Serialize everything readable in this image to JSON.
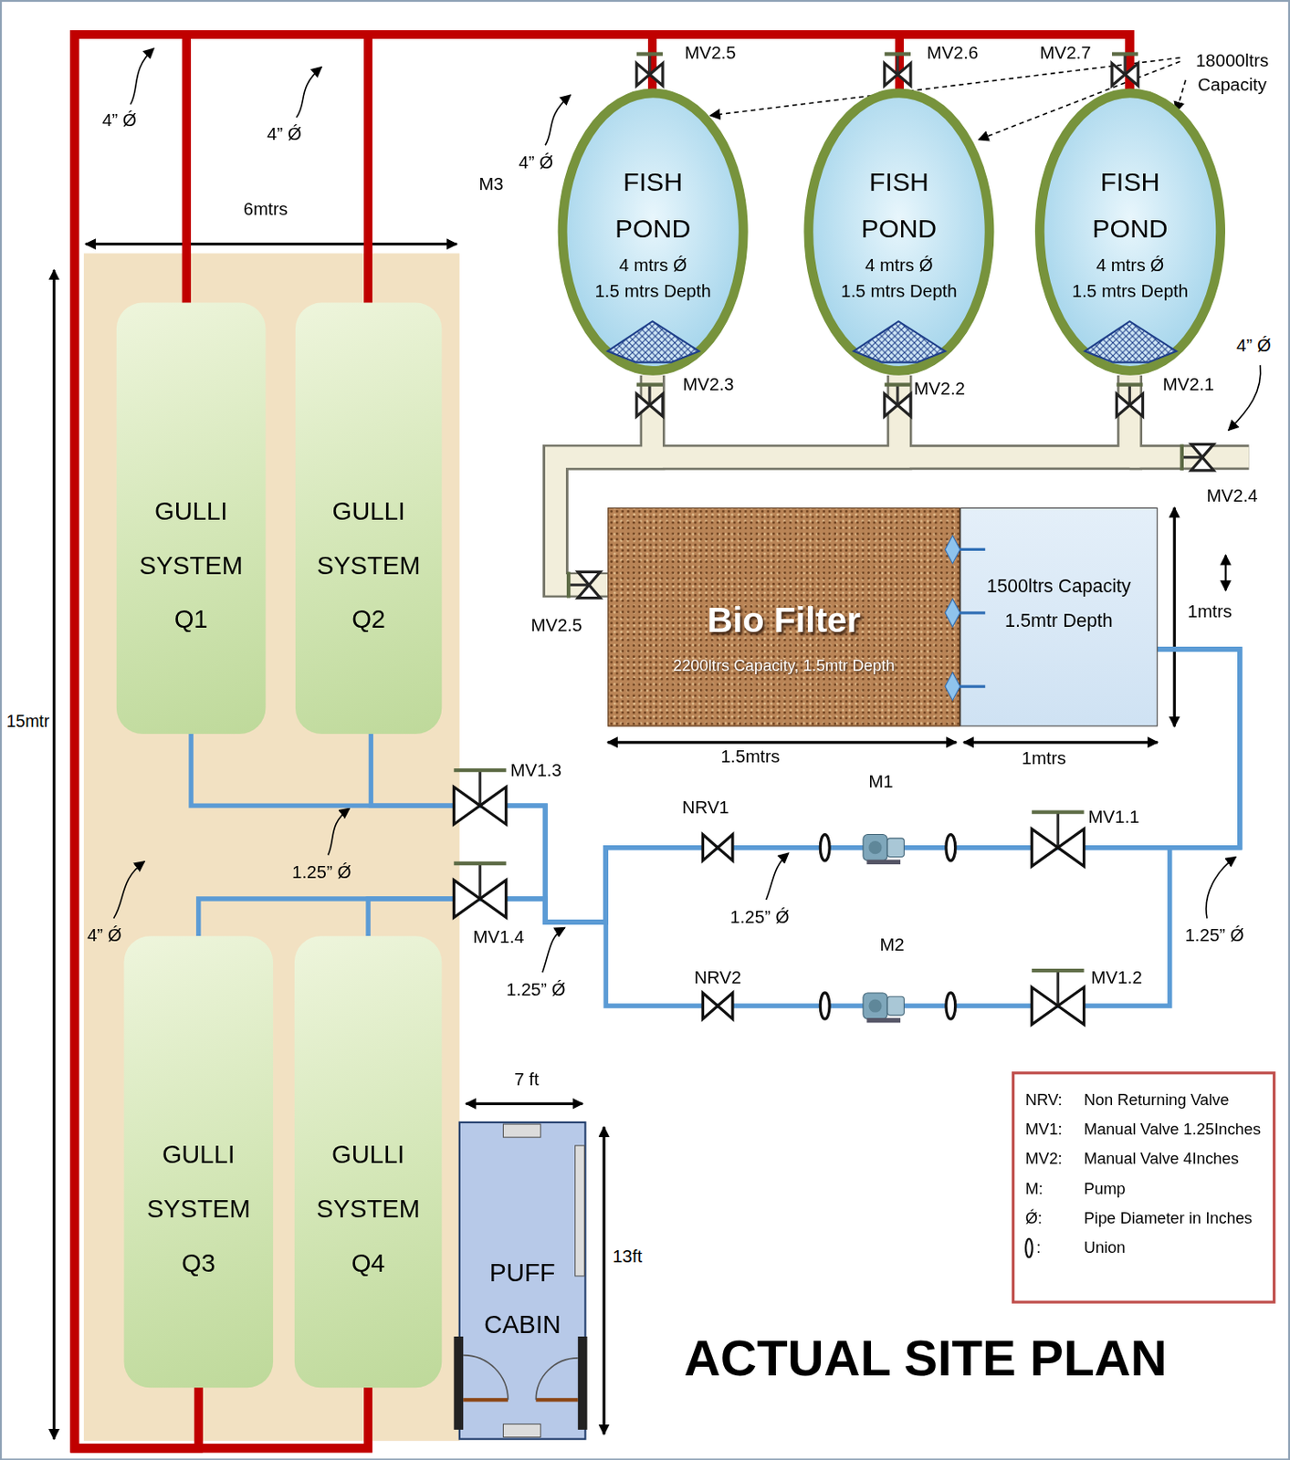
{
  "diagram": {
    "title": "ACTUAL SITE PLAN",
    "nodes": [
      {
        "text": [
          "FISH POND",
          "4 mtrs Ǿ",
          "1.5 mtrs Depth"
        ]
      },
      {
        "text": [
          "FISH POND",
          "4 mtrs Ǿ",
          "1.5 mtrs Depth"
        ]
      },
      {
        "text": [
          "FISH POND",
          "4 mtrs Ǿ",
          "1.5 mtrs Depth"
        ]
      },
      {
        "text": [
          "GULLI SYSTEM Q1"
        ]
      },
      {
        "text": [
          "GULLI SYSTEM Q2"
        ]
      },
      {
        "text": [
          "Bio Filter",
          "2200ltrs Capacity, 1.5mtr Depth"
        ]
      },
      {
        "text": [
          "1500ltrs Capacity 1.5mtr Depth"
        ]
      },
      {
        "text": [
          "GULLI SYSTEM Q3"
        ]
      },
      {
        "text": [
          "GULLI SYSTEM Q4"
        ]
      },
      {
        "text": [
          "PUFF CABIN"
        ]
      }
    ],
    "edges": [
      {
        "from": 0,
        "to": 5,
        "arrow": "none"
      },
      {
        "from": 1,
        "to": 5,
        "arrow": "none"
      },
      {
        "from": 2,
        "to": 5,
        "arrow": "none"
      },
      {
        "from": 6,
        "to": 3,
        "arrow": "none"
      },
      {
        "from": 6,
        "to": 4,
        "arrow": "none"
      },
      {
        "from": 6,
        "to": 7,
        "arrow": "none"
      },
      {
        "from": 6,
        "to": 8,
        "arrow": "none"
      },
      {
        "from": 3,
        "to": 0,
        "arrow": "none"
      },
      {
        "from": 3,
        "to": 1,
        "arrow": "none"
      },
      {
        "from": 3,
        "to": 2,
        "arrow": "none"
      },
      {
        "from": 4,
        "to": 0,
        "arrow": "none"
      },
      {
        "from": 4,
        "to": 1,
        "arrow": "none"
      },
      {
        "from": 4,
        "to": 2,
        "arrow": "none"
      },
      {
        "from": 7,
        "to": 0,
        "arrow": "none"
      },
      {
        "from": 7,
        "to": 1,
        "arrow": "none"
      },
      {
        "from": 7,
        "to": 2,
        "arrow": "none"
      },
      {
        "from": 8,
        "to": 0,
        "arrow": "none"
      },
      {
        "from": 8,
        "to": 1,
        "arrow": "none"
      },
      {
        "from": 8,
        "to": 2,
        "arrow": "none"
      }
    ],
    "labels": [
      "M3",
      "4” Ǿ",
      "4” Ǿ",
      "4” Ǿ",
      "4” Ǿ",
      "4” Ǿ",
      "18000ltrs Capacity",
      "MV2.5",
      "MV2.6",
      "MV2.7",
      "MV2.3",
      "MV2.2",
      "MV2.1",
      "MV2.4",
      "MV2.5",
      "6mtrs",
      "15mtr",
      "1.5mtrs",
      "1mtrs",
      "1mtrs",
      "7 ft",
      "13ft",
      "MV1.3",
      "MV1.4",
      "NRV1",
      "NRV2",
      "M1",
      "M2",
      "MV1.1",
      "MV1.2",
      "1.25” Ǿ",
      "1.25” Ǿ",
      "1.25” Ǿ",
      "1.25” Ǿ",
      "NRV:",
      "MV1:",
      "MV2:",
      "M:",
      "Ǿ:",
      ":"
    ],
    "legend": [
      {
        "text": "Non Returning Valve"
      },
      {
        "text": "Manual Valve 1.25Inches"
      },
      {
        "text": "Manual Valve 4Inches"
      },
      {
        "text": "Pump"
      },
      {
        "text": "Pipe Diameter in Inches"
      },
      {
        "text": "Union"
      }
    ]
  }
}
